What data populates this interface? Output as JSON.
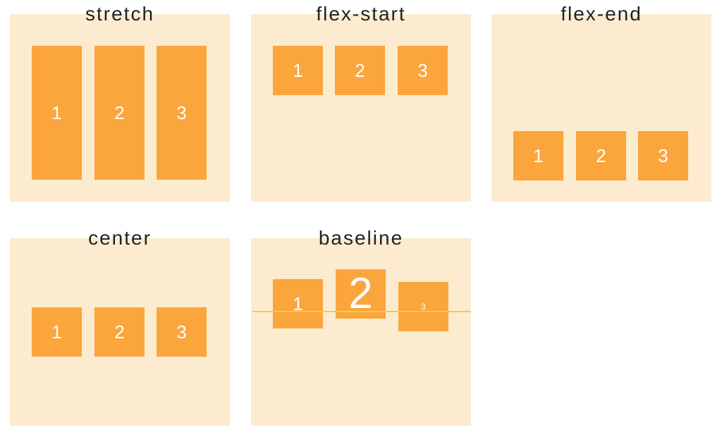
{
  "colors": {
    "page_background": "#ffffff",
    "panel_background": "#FDEBCF",
    "box_fill": "#FBA53D",
    "box_text": "#ffffff",
    "title_text": "#222222",
    "baseline_line": "#F5C94A"
  },
  "panels": [
    {
      "title": "stretch",
      "items": [
        "1",
        "2",
        "3"
      ]
    },
    {
      "title": "flex-start",
      "items": [
        "1",
        "2",
        "3"
      ]
    },
    {
      "title": "flex-end",
      "items": [
        "1",
        "2",
        "3"
      ]
    },
    {
      "title": "center",
      "items": [
        "1",
        "2",
        "3"
      ]
    },
    {
      "title": "baseline",
      "items": [
        "1",
        "2",
        "3"
      ]
    }
  ]
}
